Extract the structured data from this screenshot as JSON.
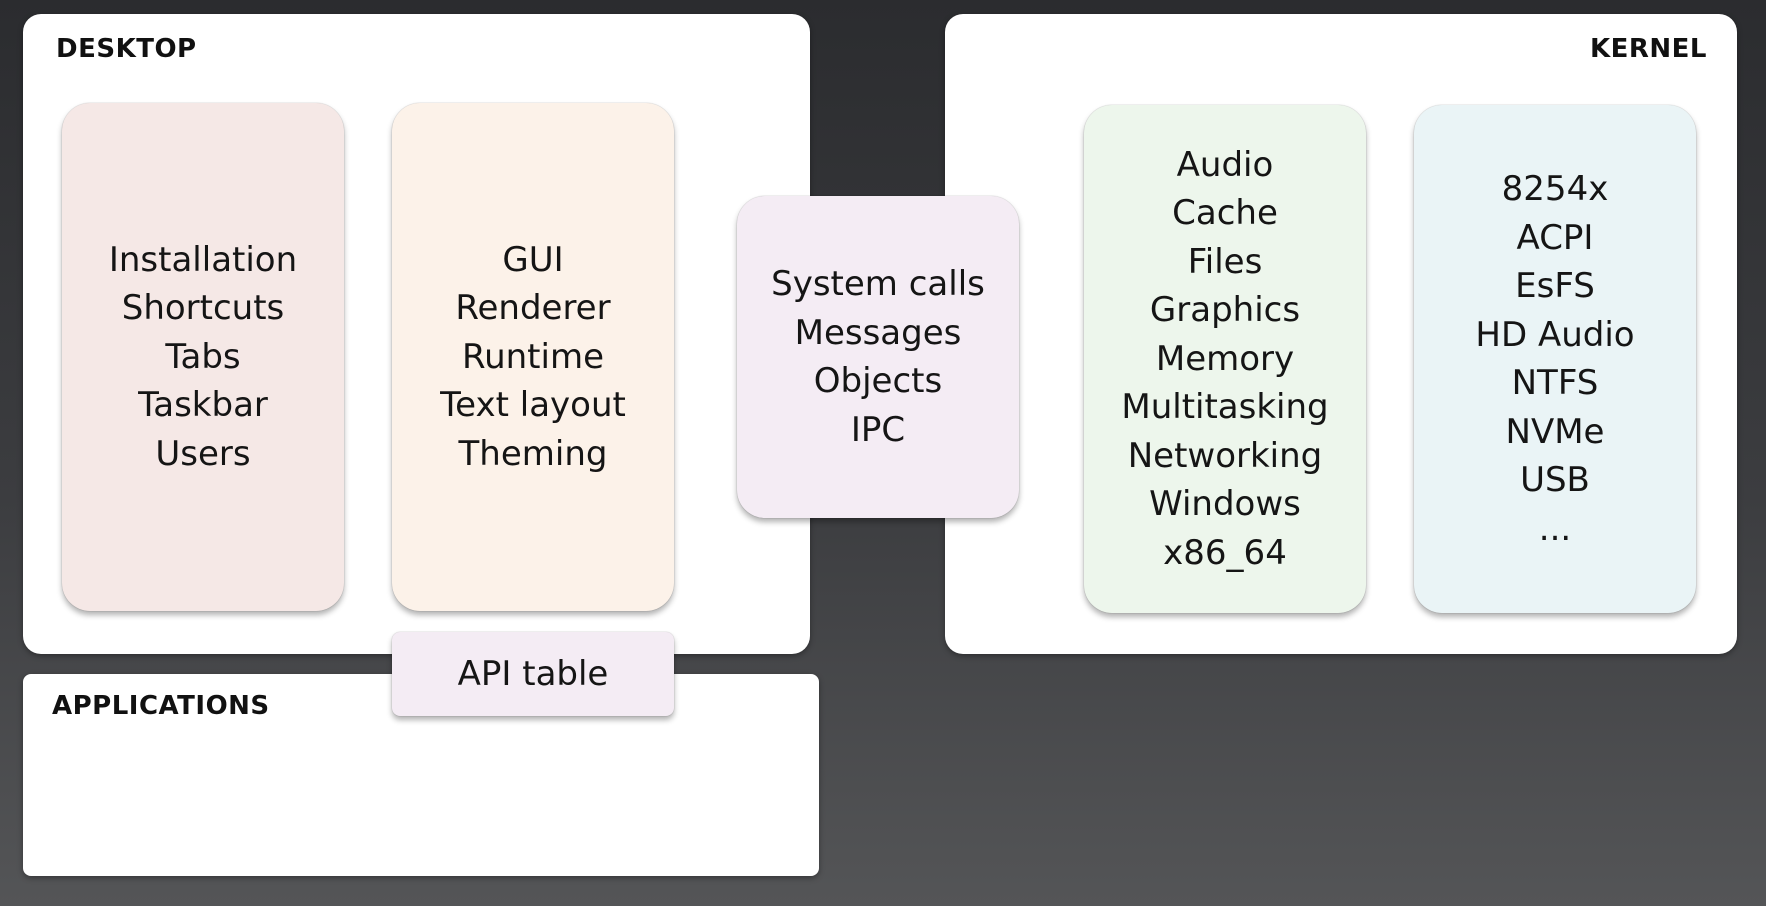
{
  "colors": {
    "panel": "#ffffff",
    "background_top": "#2b2c2f",
    "background_bottom": "#545557",
    "desktop_shell": "#f5e8e6",
    "desktop_libraries": "#fcf2e9",
    "interface": "#f4ecf4",
    "kernel_core": "#edf6ec",
    "kernel_drivers": "#eaf4f6"
  },
  "desktop": {
    "title": "DESKTOP",
    "shell_items": [
      "Installation",
      "Shortcuts",
      "Tabs",
      "Taskbar",
      "Users"
    ],
    "library_items": [
      "GUI",
      "Renderer",
      "Runtime",
      "Text layout",
      "Theming"
    ]
  },
  "interface": {
    "items": [
      "System calls",
      "Messages",
      "Objects",
      "IPC"
    ]
  },
  "kernel": {
    "title": "KERNEL",
    "core_items": [
      "Audio",
      "Cache",
      "Files",
      "Graphics",
      "Memory",
      "Multitasking",
      "Networking",
      "Windows",
      "x86_64"
    ],
    "driver_items": [
      "8254x",
      "ACPI",
      "EsFS",
      "HD Audio",
      "NTFS",
      "NVMe",
      "USB",
      "..."
    ]
  },
  "applications": {
    "title": "APPLICATIONS"
  },
  "api_table": {
    "label": "API table"
  }
}
